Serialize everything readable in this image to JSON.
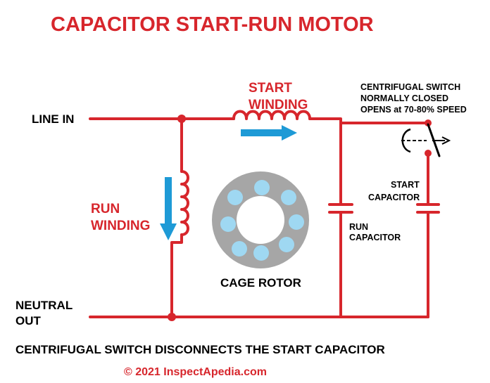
{
  "title": "CAPACITOR START-RUN MOTOR",
  "labels": {
    "line_in": "LINE IN",
    "neutral_line1": "NEUTRAL",
    "neutral_line2": "OUT",
    "start_winding_line1": "START",
    "start_winding_line2": "WINDING",
    "run_winding_line1": "RUN",
    "run_winding_line2": "WINDING",
    "cage_rotor": "CAGE ROTOR",
    "run_capacitor_line1": "RUN",
    "run_capacitor_line2": "CAPACITOR",
    "start_capacitor_line1": "START",
    "start_capacitor_line2": "CAPACITOR",
    "switch_line1": "CENTRIFUGAL SWITCH",
    "switch_line2": "NORMALLY CLOSED",
    "switch_line3": "OPENS at 70-80% SPEED"
  },
  "caption": "CENTRIFUGAL SWITCH DISCONNECTS THE START CAPACITOR",
  "copyright": "© 2021 InspectApedia.com",
  "colors": {
    "wire": "#d7262c",
    "arrow": "#1e9ad6",
    "rotor_ring": "#a6a6a6",
    "rotor_bar": "#9fd8f2",
    "text": "#000000"
  },
  "icons": [
    "switch-symbol-icon",
    "current-arrow-icon",
    "cage-rotor-icon"
  ]
}
